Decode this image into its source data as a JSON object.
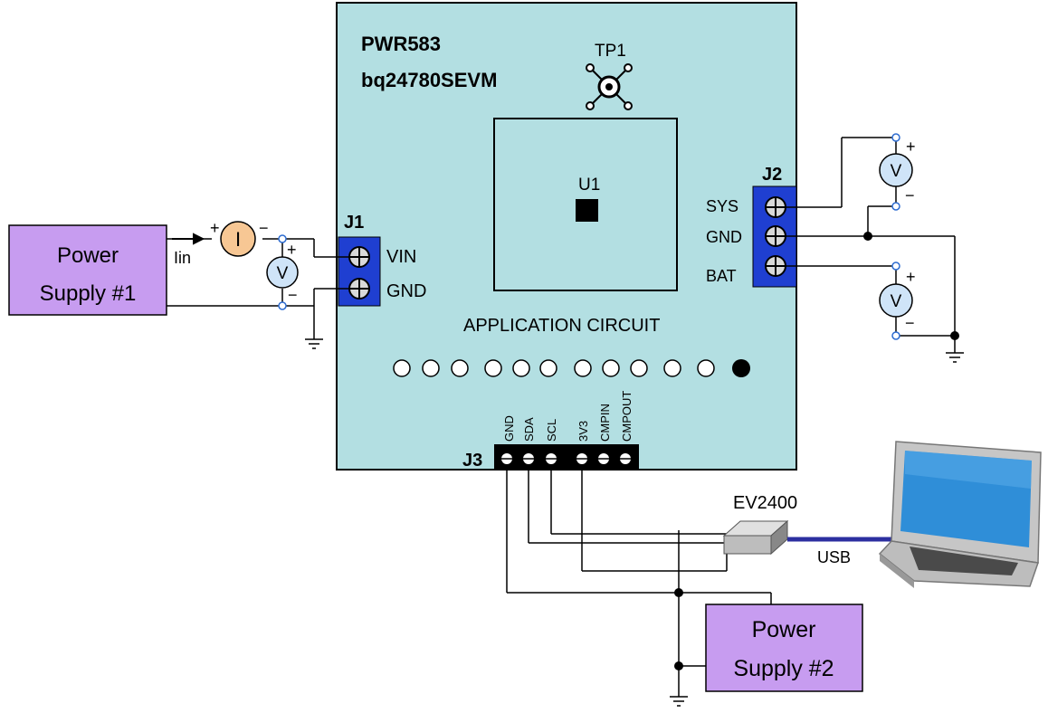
{
  "board": {
    "part_number": "PWR583",
    "model": "bq24780SEVM",
    "test_point": "TP1",
    "ic": "U1",
    "section_label": "APPLICATION CIRCUIT",
    "led_count": 12,
    "led_on_index": 11
  },
  "j1": {
    "name": "J1",
    "pins": [
      "VIN",
      "GND"
    ]
  },
  "j2": {
    "name": "J2",
    "pins": [
      "SYS",
      "GND",
      "BAT"
    ]
  },
  "j3": {
    "name": "J3",
    "pins": [
      "GND",
      "SDA",
      "SCL",
      "3V3",
      "CMPIN",
      "CMPOUT"
    ]
  },
  "supply1": {
    "line1": "Power",
    "line2": "Supply #1"
  },
  "supply2": {
    "line1": "Power",
    "line2": "Supply #2"
  },
  "meters": {
    "ammeter": "I",
    "voltmeter": "V",
    "current_label": "Iin",
    "plus": "+",
    "minus": "−"
  },
  "interface": {
    "adapter": "EV2400",
    "link": "USB"
  },
  "colors": {
    "board": "#b3dfe2",
    "connector": "#1f3fd1",
    "supply": "#c79cf0",
    "meter": "#cfe4f8",
    "ammeter": "#f7c794",
    "usb_cable": "#2c2fa0"
  }
}
